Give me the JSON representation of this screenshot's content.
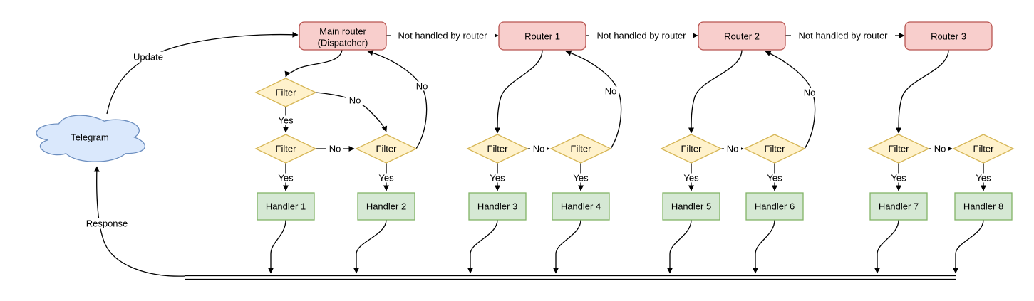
{
  "diagram": {
    "cloud_label": "Telegram",
    "labels": {
      "update": "Update",
      "response": "Response",
      "not_handled": "Not handled by router",
      "yes": "Yes",
      "no": "No",
      "filter": "Filter"
    },
    "routers": {
      "main_line1": "Main router",
      "main_line2": "(Dispatcher)",
      "r1": "Router 1",
      "r2": "Router 2",
      "r3": "Router 3"
    },
    "handlers": [
      "Handler 1",
      "Handler 2",
      "Handler 3",
      "Handler 4",
      "Handler 5",
      "Handler 6",
      "Handler 7",
      "Handler 8"
    ],
    "colors": {
      "cloud_fill": "#dae8fc",
      "cloud_stroke": "#6c8ebf",
      "router_fill": "#f8cecc",
      "router_stroke": "#b85450",
      "filter_fill": "#fff2cc",
      "filter_stroke": "#d6b656",
      "handler_fill": "#d5e8d4",
      "handler_stroke": "#82b366",
      "edge": "#000000",
      "background": "#ffffff"
    }
  }
}
